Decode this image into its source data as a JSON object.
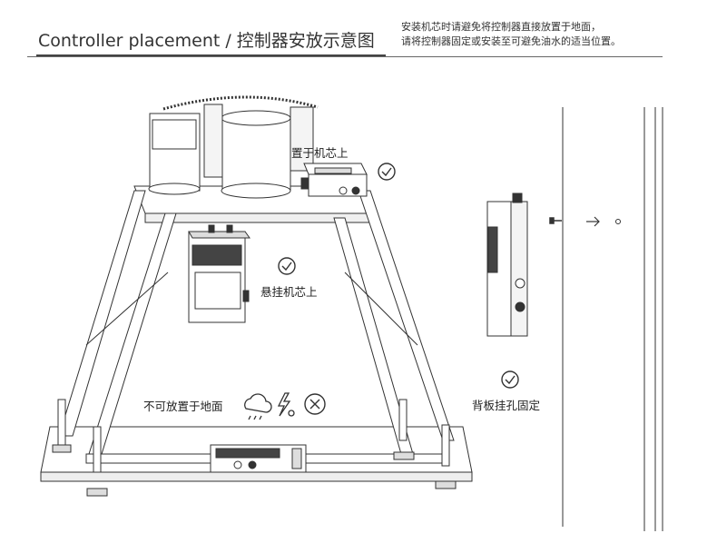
{
  "header": {
    "title": "Controller placement / 控制器安放示意图",
    "note_line1": "安装机芯时请避免将控制器直接放置于地面，",
    "note_line2": "请将控制器固定或安装至可避免油水的适当位置。"
  },
  "labels": {
    "on_mechanism": "置于机芯上",
    "hang_mechanism": "悬挂机芯上",
    "not_on_ground": "不可放置于地面",
    "back_mount": "背板挂孔固定"
  },
  "icons": {
    "ok": "check-circle-icon",
    "no": "cross-circle-icon",
    "rain": "rain-cloud-icon",
    "electric": "lightning-icon",
    "arrow": "arrow-right-icon",
    "screw": "screw-icon"
  },
  "colors": {
    "line": "#333333",
    "fill": "#ffffff",
    "dark": "#3a3a3a",
    "gray": "#cfcfcf"
  }
}
